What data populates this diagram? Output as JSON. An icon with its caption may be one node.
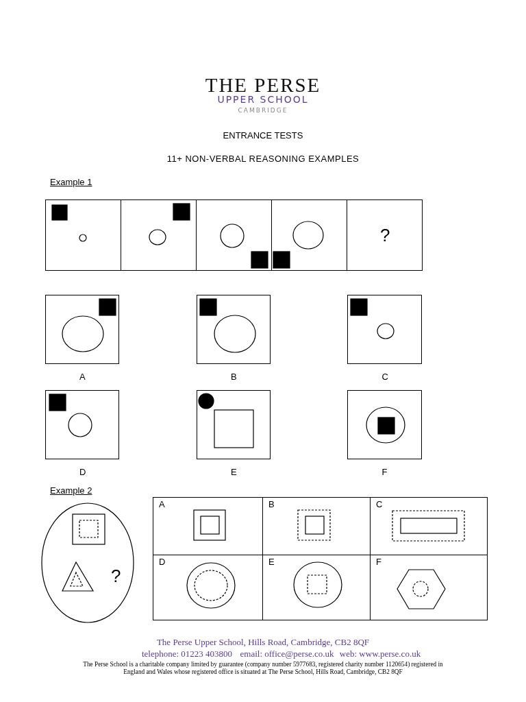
{
  "diagram": {
    "nodes": [
      {
        "text": [],
        "shape": "box"
      },
      {
        "text": [],
        "shape": "box"
      },
      {
        "text": [],
        "shape": "box"
      },
      {
        "text": [],
        "shape": "box"
      },
      {
        "text": [
          "?"
        ]
      },
      {
        "text": [
          "A"
        ]
      },
      {
        "text": [
          "B"
        ]
      },
      {
        "text": [
          "C"
        ]
      },
      {
        "text": [
          "D"
        ]
      },
      {
        "text": [
          "E"
        ]
      },
      {
        "text": [
          "F"
        ]
      },
      {
        "text": [
          "?"
        ]
      },
      {
        "text": [
          "A"
        ]
      },
      {
        "text": [
          "B"
        ]
      },
      {
        "text": [
          "C"
        ]
      },
      {
        "text": [
          "D"
        ]
      },
      {
        "text": [
          "E"
        ]
      },
      {
        "text": [
          "F"
        ]
      }
    ],
    "labels": [
      "THE PERSE",
      "UPPER SCHOOL",
      "CAMBRIDGE",
      "ENTRANCE TESTS",
      "11+ NON-VERBAL REASONING EXAMPLES",
      "Example 1",
      "Example 2",
      "The Perse Upper School, Hills Road, Cambridge, CB2 8QF",
      "telephone: 01223 403800",
      "email: office@perse.co.uk",
      "web: www.perse.co.uk",
      "The Perse School is a charitable company limited by guarantee (company number 5977683, registered charity number 1120654) registered in England and Wales whose registered office is situated at The Perse School, Hills Road, Cambridge, CB2 8QF"
    ]
  }
}
